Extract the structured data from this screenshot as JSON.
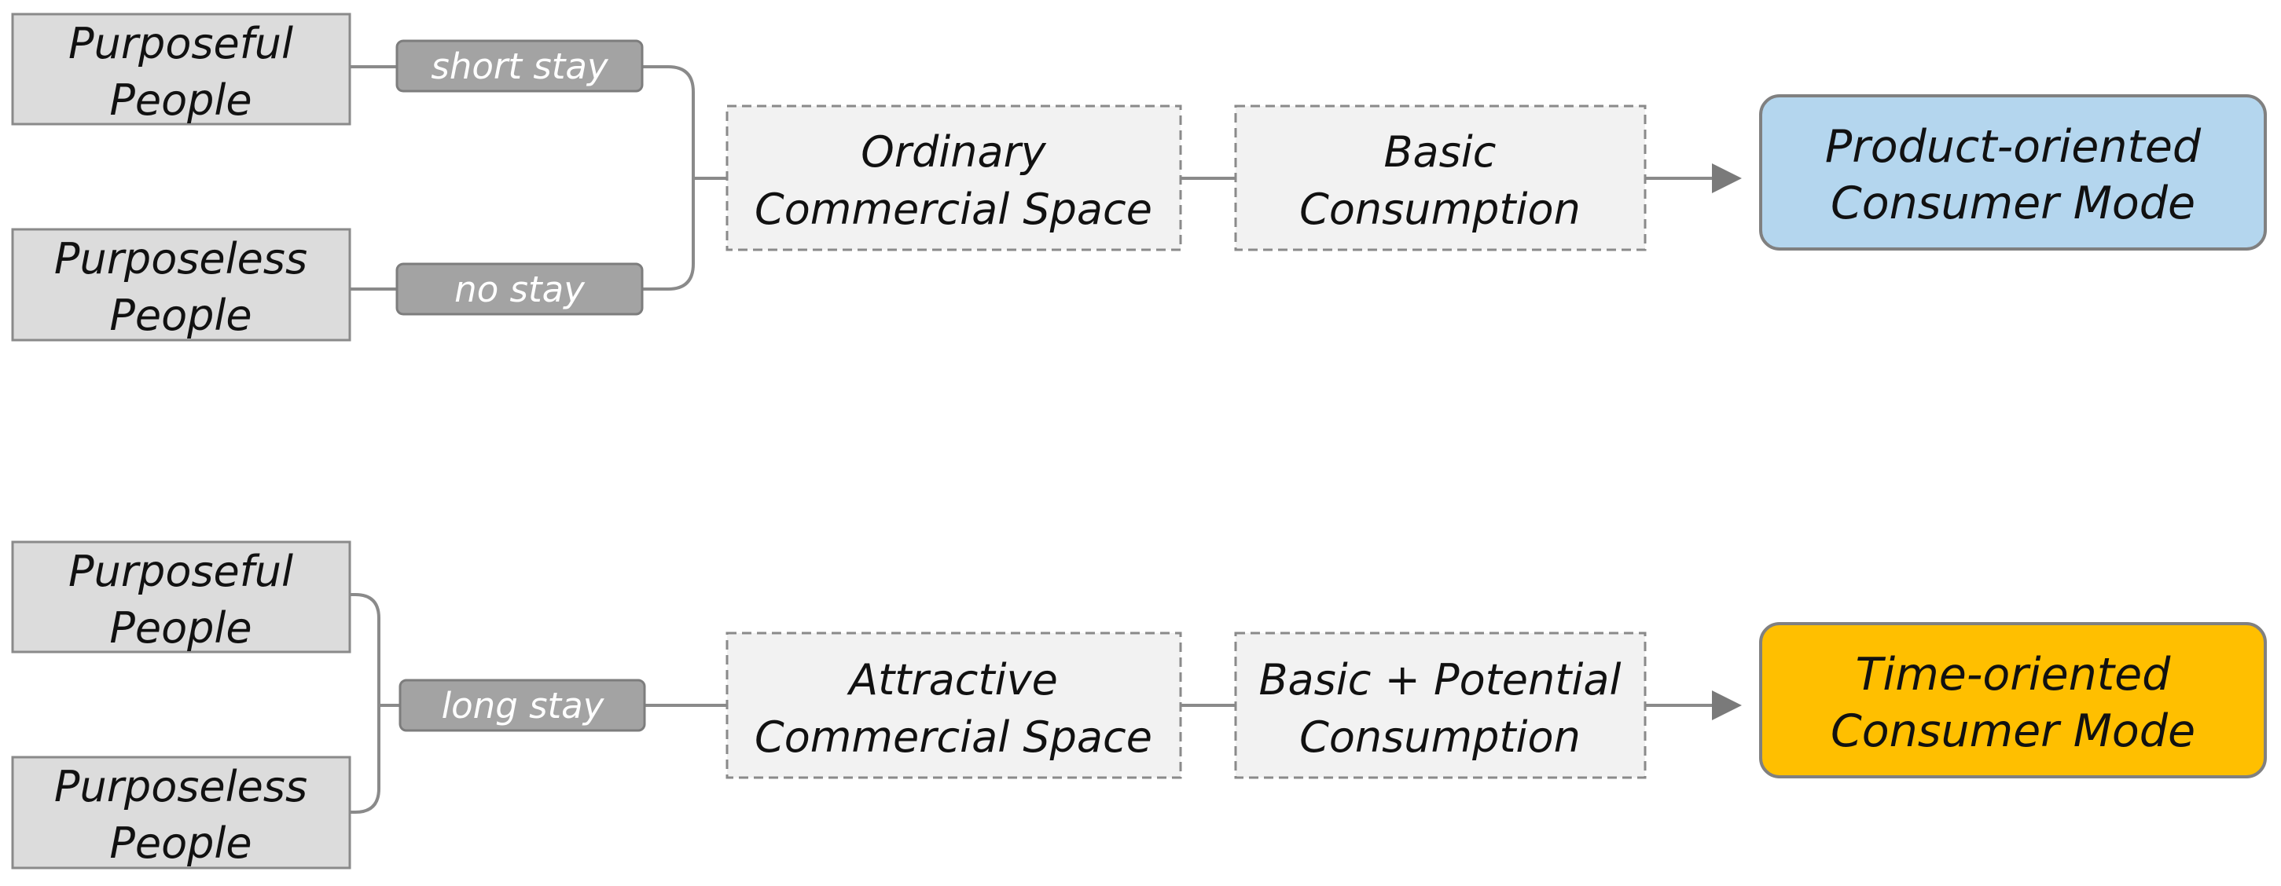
{
  "rows": [
    {
      "people": [
        {
          "line1": "Purposeful",
          "line2": "People"
        },
        {
          "line1": "Purposeless",
          "line2": "People"
        }
      ],
      "stays": [
        "short stay",
        "no stay"
      ],
      "space": {
        "line1": "Ordinary",
        "line2": "Commercial Space"
      },
      "consumption": {
        "line1": "Basic",
        "line2": "Consumption"
      },
      "mode": {
        "line1": "Product-oriented",
        "line2": "Consumer Mode",
        "color": "#b4d6ee"
      }
    },
    {
      "people": [
        {
          "line1": "Purposeful",
          "line2": "People"
        },
        {
          "line1": "Purposeless",
          "line2": "People"
        }
      ],
      "stays": [
        "long stay"
      ],
      "space": {
        "line1": "Attractive",
        "line2": "Commercial Space"
      },
      "consumption": {
        "line1": "Basic + Potential",
        "line2": "Consumption"
      },
      "mode": {
        "line1": "Time-oriented",
        "line2": "Consumer Mode",
        "color": "#ffbf00"
      }
    }
  ]
}
